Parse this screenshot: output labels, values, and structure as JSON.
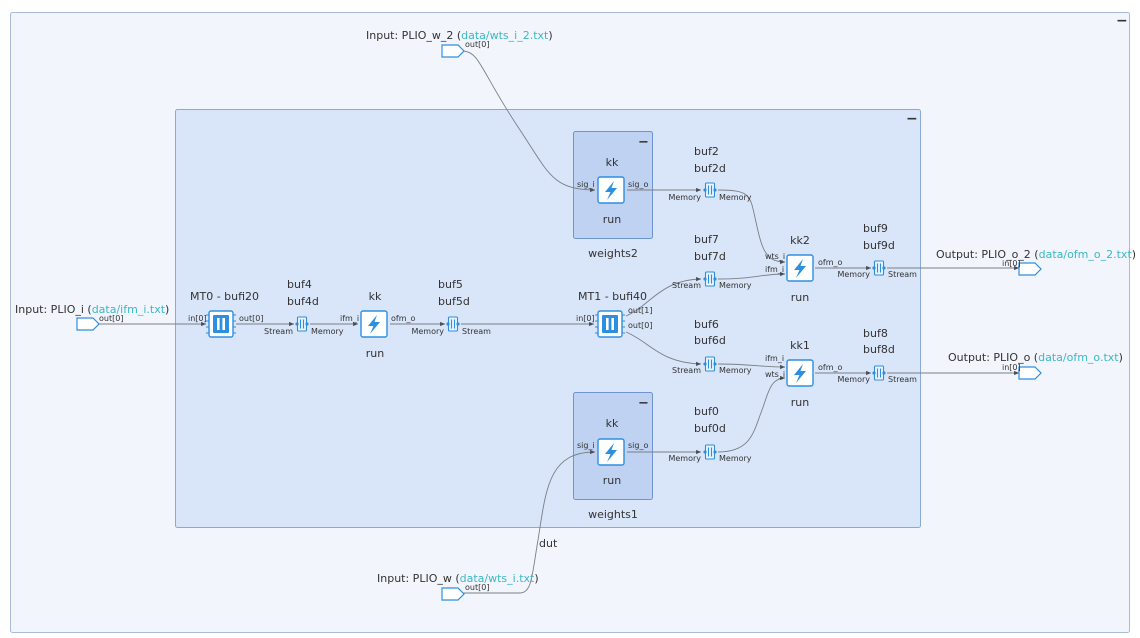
{
  "graph": {
    "outer_collapse": "−",
    "dut_collapse": "−",
    "dut_label": "dut",
    "plio": {
      "w2": {
        "prefix": "Input: PLIO_w_2 (",
        "file": "data/wts_i_2.txt",
        "suffix": ")",
        "port": "out[0]"
      },
      "i": {
        "prefix": "Input: PLIO_i (",
        "file": "data/ifm_i.txt",
        "suffix": ")",
        "port": "out[0]"
      },
      "w": {
        "prefix": "Input: PLIO_w (",
        "file": "data/wts_i.txt",
        "suffix": ")",
        "port": "out[0]"
      },
      "o2": {
        "prefix": "Output: PLIO_o_2 (",
        "file": "data/ofm_o_2.txt",
        "suffix": ")",
        "port": "in[0]"
      },
      "o": {
        "prefix": "Output: PLIO_o (",
        "file": "data/ofm_o.txt",
        "suffix": ")",
        "port": "in[0]"
      }
    },
    "subgraphs": {
      "weights2": {
        "name": "weights2",
        "collapse": "−",
        "kernel": "kk",
        "func": "run",
        "in_port": "sig_i",
        "out_port": "sig_o"
      },
      "weights1": {
        "name": "weights1",
        "collapse": "−",
        "kernel": "kk",
        "func": "run",
        "in_port": "sig_i",
        "out_port": "sig_o"
      }
    },
    "memtiles": {
      "mt0": {
        "name": "MT0 - bufi20",
        "in_port": "in[0]",
        "out_port": "out[0]"
      },
      "mt1": {
        "name": "MT1 - bufi40",
        "in_port": "in[0]",
        "out1": "out[1]",
        "out0": "out[0]"
      }
    },
    "kernels": {
      "k0": {
        "name": "kk",
        "func": "run",
        "in_port": "ifm_i",
        "out_port": "ofm_o"
      },
      "kk2": {
        "name": "kk2",
        "func": "run",
        "in_a": "wts_i",
        "in_b": "ifm_i",
        "out_port": "ofm_o"
      },
      "kk1": {
        "name": "kk1",
        "func": "run",
        "in_a": "ifm_i",
        "in_b": "wts_i",
        "out_port": "ofm_o"
      }
    },
    "buffers": {
      "b2": {
        "name1": "buf2",
        "name2": "buf2d",
        "left": "Memory",
        "right": "Memory"
      },
      "b7": {
        "name1": "buf7",
        "name2": "buf7d",
        "left": "Stream",
        "right": "Memory"
      },
      "b9": {
        "name1": "buf9",
        "name2": "buf9d",
        "left": "Memory",
        "right": "Stream"
      },
      "b4": {
        "name1": "buf4",
        "name2": "buf4d",
        "left": "Stream",
        "right": "Memory"
      },
      "b5": {
        "name1": "buf5",
        "name2": "buf5d",
        "left": "Memory",
        "right": "Stream"
      },
      "b6": {
        "name1": "buf6",
        "name2": "buf6d",
        "left": "Stream",
        "right": "Memory"
      },
      "b8": {
        "name1": "buf8",
        "name2": "buf8d",
        "left": "Memory",
        "right": "Stream"
      },
      "b0": {
        "name1": "buf0",
        "name2": "buf0d",
        "left": "Memory",
        "right": "Memory"
      }
    }
  },
  "colors": {
    "outer_fill": "#f2f5fc",
    "outer_stroke": "#a9bbd6",
    "dut_fill": "#d9e5f8",
    "dut_stroke": "#8aaad6",
    "sub_fill": "#bfd2f1",
    "sub_stroke": "#6f95d0",
    "accent": "#2d8fe0",
    "link": "#3bb9c6",
    "wire": "#7b7f86"
  },
  "icons": {
    "kernel": "lightning-icon",
    "memtile": "pause-bars-icon",
    "buffer": "double-buffer-icon",
    "plio": "port-arrow-icon"
  }
}
